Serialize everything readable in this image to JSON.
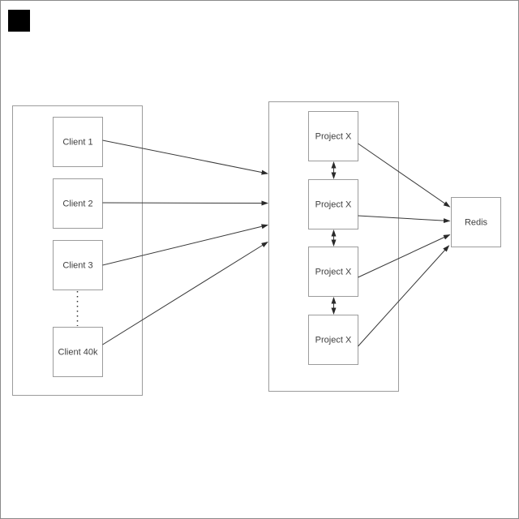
{
  "diagram": {
    "type": "architecture-flow-diagram",
    "clients": {
      "items": [
        {
          "label": "Client 1"
        },
        {
          "label": "Client 2"
        },
        {
          "label": "Client 3"
        },
        {
          "label": "Client 40k"
        }
      ],
      "ellipsis_between": "Client 3 and Client 40k (dotted line)"
    },
    "projects": {
      "items": [
        {
          "label": "Project X"
        },
        {
          "label": "Project X"
        },
        {
          "label": "Project X"
        },
        {
          "label": "Project X"
        }
      ]
    },
    "redis": {
      "label": "Redis"
    },
    "colors": {
      "background": "#ffffff",
      "canvas_border": "#8a8a8a",
      "box_border": "#9c9c9c",
      "text": "#3f3f3f",
      "arrow": "#383838",
      "corner_square": "#000000"
    }
  }
}
